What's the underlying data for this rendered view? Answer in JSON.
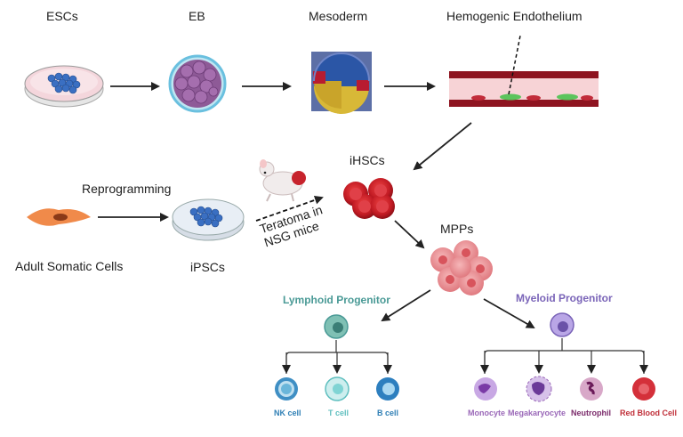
{
  "stages": {
    "escs": "ESCs",
    "eb": "EB",
    "mesoderm": "Mesoderm",
    "hemogenic": "Hemogenic Endothelium",
    "reprogramming": "Reprogramming",
    "adult": "Adult Somatic Cells",
    "ipscs": "iPSCs",
    "ihscs": "iHSCs",
    "teratoma_line1": "Teratoma in",
    "teratoma_line2": "NSG mice",
    "mpps": "MPPs"
  },
  "progenitors": {
    "lymphoid": "Lymphoid Progenitor",
    "myeloid": "Myeloid Progenitor"
  },
  "cells": {
    "nk": "NK cell",
    "t": "T cell",
    "b": "B cell",
    "monocyte": "Monocyte",
    "megakaryocyte": "Megakaryocyte",
    "neutrophil": "Neutrophil",
    "rbc": "Red Blood Cell"
  },
  "colors": {
    "lymphoid": "#4a9a96",
    "myeloid": "#7a64b8",
    "nk_b": "#2f7fb5",
    "t": "#5fbfbf",
    "mono_mega": "#9a68b8",
    "neutrophil": "#7a2a6a",
    "rbc": "#c0303a",
    "cell_red": "#c7232c",
    "mpp_pink": "#e8898e"
  }
}
